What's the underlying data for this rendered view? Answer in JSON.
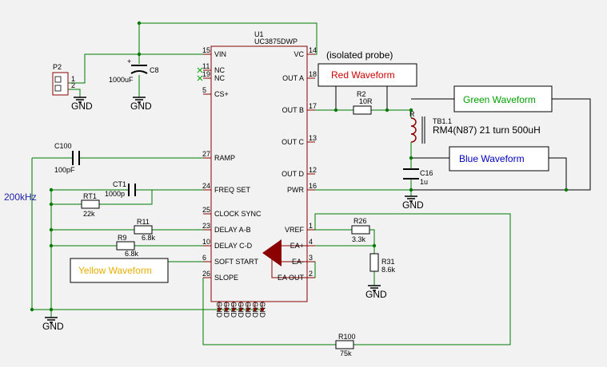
{
  "ic": {
    "ref": "U1",
    "part": "UC3875DWP",
    "left_pins": [
      {
        "num": "15",
        "name": "VIN"
      },
      {
        "num": "11",
        "name": "NC"
      },
      {
        "num": "19",
        "name": "NC"
      },
      {
        "num": "5",
        "name": "CS+"
      },
      {
        "num": "27",
        "name": "RAMP"
      },
      {
        "num": "24",
        "name": "FREQ SET"
      },
      {
        "num": "25",
        "name": "CLOCK SYNC"
      },
      {
        "num": "23",
        "name": "DELAY A-B"
      },
      {
        "num": "10",
        "name": "DELAY C-D"
      },
      {
        "num": "6",
        "name": "SOFT START"
      },
      {
        "num": "26",
        "name": "SLOPE"
      }
    ],
    "right_pins": [
      {
        "num": "14",
        "name": "VC"
      },
      {
        "num": "18",
        "name": "OUT A"
      },
      {
        "num": "17",
        "name": "OUT B"
      },
      {
        "num": "13",
        "name": "OUT C"
      },
      {
        "num": "12",
        "name": "OUT D"
      },
      {
        "num": "16",
        "name": "PWR"
      },
      {
        "num": "1",
        "name": "VREF"
      },
      {
        "num": "4",
        "name": "EA+"
      },
      {
        "num": "3",
        "name": "EA-"
      },
      {
        "num": "2",
        "name": "EA OUT"
      }
    ],
    "bottom_pins": "GND"
  },
  "connector": {
    "ref": "P2",
    "pin1": "1",
    "pin2": "2"
  },
  "components": {
    "c8_ref": "C8",
    "c8_val": "1000uF",
    "c8_plus": "+",
    "c100_ref": "C100",
    "c100_val": "100pF",
    "ct1_ref": "CT1",
    "ct1_val": "1000p",
    "rt1_ref": "RT1",
    "rt1_val": "22k",
    "r11_ref": "R11",
    "r11_val": "6.8k",
    "r9_ref": "R9",
    "r9_val": "6.8k",
    "r2_ref": "R2",
    "r2_val": "10R",
    "r26_ref": "R26",
    "r26_val": "3.3k",
    "r31_ref": "R31",
    "r31_val": "8.6k",
    "r100_ref": "R100",
    "r100_val": "75k",
    "c16_ref": "C16",
    "c16_val": "1u",
    "tb_ref": "TB1.1",
    "tb_val": "RM4(N87) 21 turn 500uH",
    "tb_dot": "R"
  },
  "gnd_label": "GND",
  "freq_label": "200kHz",
  "probe_note": "(isolated probe)",
  "waveforms": {
    "red": "Red Waveform",
    "green": "Green Waveform",
    "blue": "Blue Waveform",
    "yellow": "Yellow Waveform"
  },
  "colors": {
    "wire": "#007a00",
    "ic_outline": "#8b0000",
    "label_text": "#1f1fa8",
    "red": "#d00000",
    "green": "#00a000",
    "blue": "#0000c0",
    "yellow": "#e8b000"
  }
}
